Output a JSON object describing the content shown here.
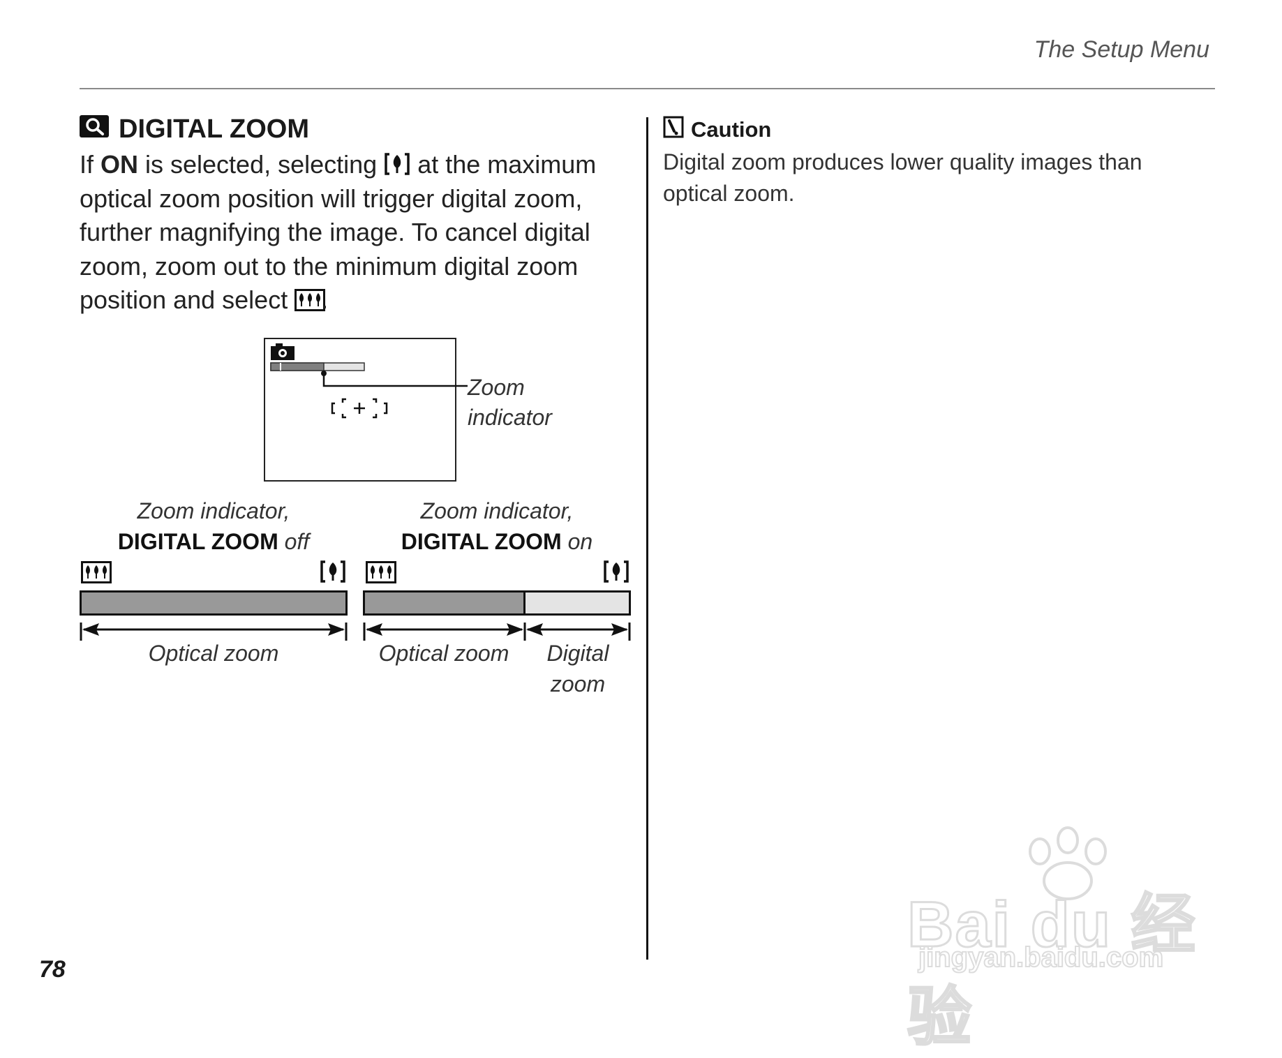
{
  "header": {
    "title": "The Setup Menu"
  },
  "page_number": "78",
  "section": {
    "icon": "magnifier-icon",
    "heading": "DIGITAL ZOOM",
    "body": {
      "p1": "If ",
      "on_label": "ON",
      "p2": " is selected, selecting ",
      "p3": " at the maximum optical zoom position will trigger digital zoom, further magnifying the image.  To cancel digital zoom, zoom out to the minimum digital zoom position and select ",
      "p4": "."
    }
  },
  "caution": {
    "icon": "caution-icon",
    "heading": "Caution",
    "body": "Digital zoom produces lower quality images than optical zoom."
  },
  "diagram": {
    "callout_line1": "Zoom",
    "callout_line2": "indicator",
    "left": {
      "caption_line1": "Zoom indicator,",
      "caption_bold": "DIGITAL ZOOM",
      "caption_suffix": " off",
      "range_label": "Optical zoom",
      "optical_fraction": 1.0
    },
    "right": {
      "caption_line1": "Zoom indicator,",
      "caption_bold": "DIGITAL ZOOM",
      "caption_suffix": " on",
      "range_label_optical": "Optical zoom",
      "range_label_digital_line1": "Digital",
      "range_label_digital_line2": "zoom",
      "optical_fraction": 0.6
    }
  },
  "watermark": {
    "main": "Bai du 经验",
    "sub": "jingyan.baidu.com"
  },
  "icons": {
    "wide": "wide-trees-icon",
    "tele": "tele-tree-icon",
    "camera": "camera-mode-icon",
    "focus": "focus-frame-icon"
  }
}
